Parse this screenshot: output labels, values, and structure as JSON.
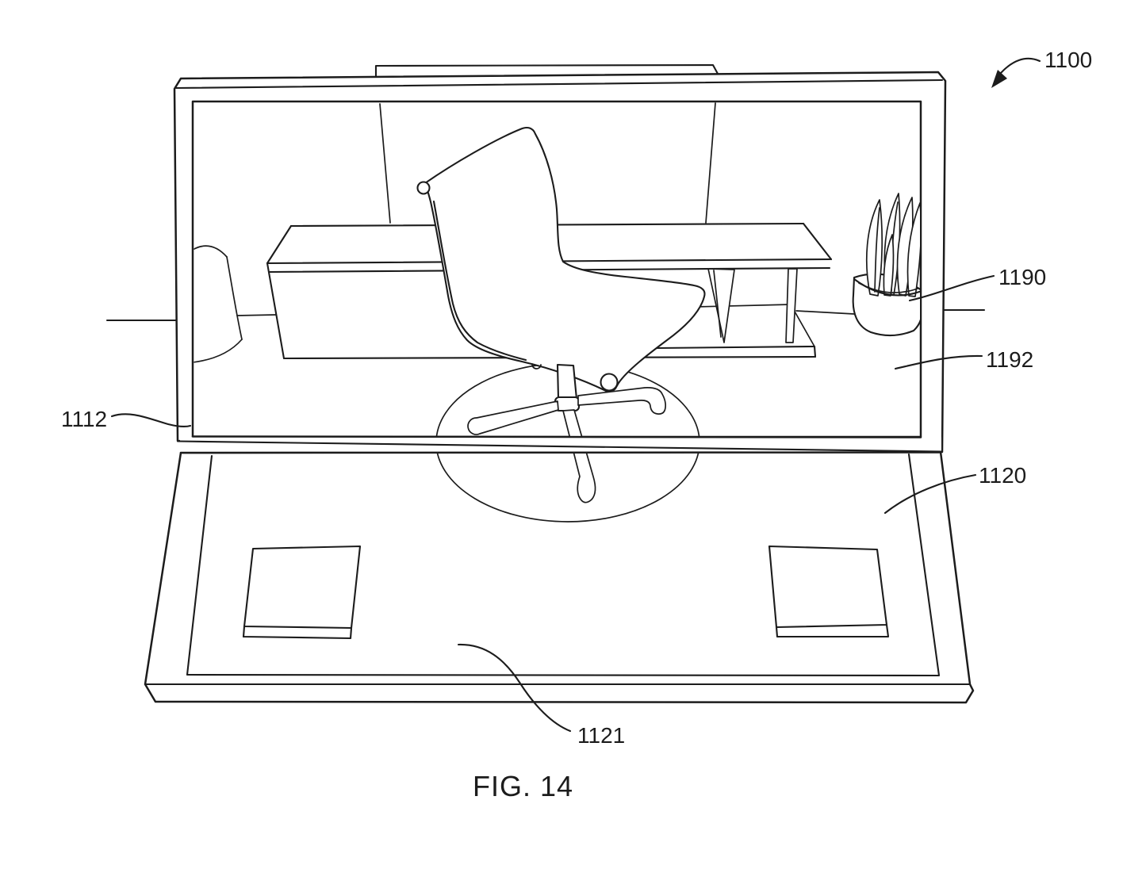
{
  "figure": {
    "caption": "FIG. 14",
    "labels": {
      "ref_1100": "1100",
      "ref_1112": "1112",
      "ref_1120": "1120",
      "ref_1121": "1121",
      "ref_1190": "1190",
      "ref_1192": "1192"
    }
  },
  "colors": {
    "ink": "#1c1c1c",
    "background": "#ffffff"
  }
}
